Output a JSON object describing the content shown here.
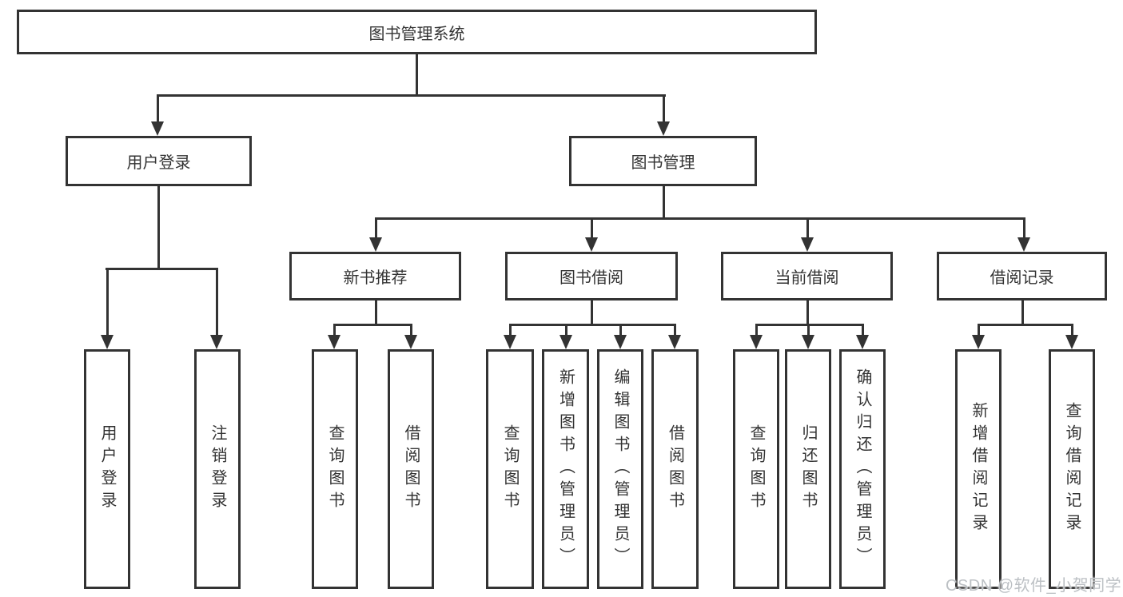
{
  "nodes": {
    "root": {
      "label": "图书管理系统"
    },
    "level2": [
      {
        "label": "用户登录"
      },
      {
        "label": "图书管理"
      }
    ],
    "level3": [
      {
        "label": "新书推荐"
      },
      {
        "label": "图书借阅"
      },
      {
        "label": "当前借阅"
      },
      {
        "label": "借阅记录"
      }
    ],
    "leaves": {
      "user": [
        {
          "label": "用户登录"
        },
        {
          "label": "注销登录"
        }
      ],
      "recommend": [
        {
          "label": "查询图书"
        },
        {
          "label": "借阅图书"
        }
      ],
      "borrow": [
        {
          "label": "查询图书"
        },
        {
          "label": "新增图书（管理员）"
        },
        {
          "label": "编辑图书（管理员）"
        },
        {
          "label": "借阅图书"
        }
      ],
      "current": [
        {
          "label": "查询图书"
        },
        {
          "label": "归还图书"
        },
        {
          "label": "确认归还（管理员）"
        }
      ],
      "records": [
        {
          "label": "新增借阅记录"
        },
        {
          "label": "查询借阅记录"
        }
      ]
    }
  },
  "watermark": {
    "text": "CSDN @软件_小贺同学"
  },
  "colors": {
    "line": "#333333",
    "text": "#333333",
    "watermark": "#bcc0c4",
    "background": "#ffffff"
  }
}
